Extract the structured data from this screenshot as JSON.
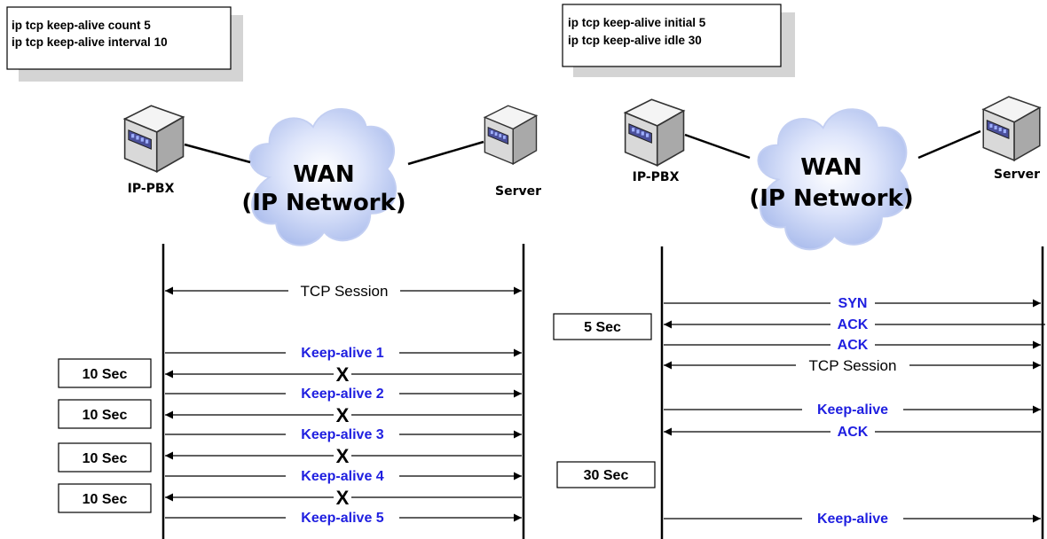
{
  "left": {
    "config_lines": [
      "ip tcp keep-alive count 5",
      "ip tcp keep-alive interval 10"
    ],
    "pbx_label": "IP-PBX",
    "server_label": "Server",
    "cloud_line1": "WAN",
    "cloud_line2": "(IP Network)",
    "session_label": "TCP Session",
    "keepalives": [
      "Keep-alive 1",
      "Keep-alive 2",
      "Keep-alive 3",
      "Keep-alive 4",
      "Keep-alive 5"
    ],
    "fail_mark": "X",
    "interval_boxes": [
      "10 Sec",
      "10 Sec",
      "10 Sec",
      "10 Sec"
    ]
  },
  "right": {
    "config_lines": [
      "ip tcp keep-alive initial 5",
      "ip tcp keep-alive idle 30"
    ],
    "pbx_label": "IP-PBX",
    "server_label": "Server",
    "cloud_line1": "WAN",
    "cloud_line2": "(IP Network)",
    "handshake": [
      "SYN",
      "ACK",
      "ACK"
    ],
    "session_label": "TCP Session",
    "keepalive": "Keep-alive",
    "ack": "ACK",
    "keepalive2": "Keep-alive",
    "initial_box": "5 Sec",
    "idle_box": "30 Sec"
  },
  "colors": {
    "message_text": "#1f1fe0",
    "cloud": "#b9c8ee",
    "box_shadow": "#d4d4d4"
  },
  "icons": [
    "server-appliance-icon",
    "cloud-icon",
    "arrow-icon"
  ]
}
